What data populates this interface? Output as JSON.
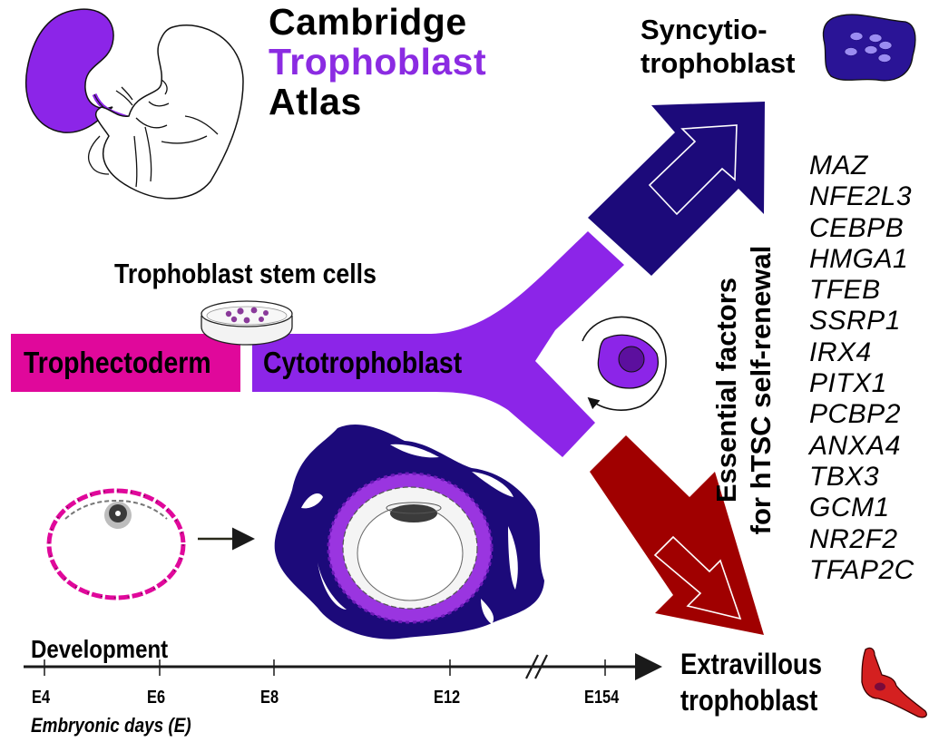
{
  "title": {
    "line1": "Cambridge",
    "line2": "Trophoblast",
    "line3": "Atlas"
  },
  "colors": {
    "trophectoderm": "#e0089b",
    "cytotrophoblast": "#8c25e8",
    "syncytiotrophoblast": "#1c0a7a",
    "extravillous": "#a00000",
    "title_accent": "#8b2be2",
    "evt_cell": "#d42020"
  },
  "labels": {
    "stem_cells": "Trophoblast stem cells",
    "trophectoderm": "Trophectoderm",
    "cytotrophoblast": "Cytotrophoblast",
    "syncytio_line1": "Syncytio-",
    "syncytio_line2": "trophoblast",
    "evt_line1": "Extravillous",
    "evt_line2": "trophoblast",
    "essential_line1": "Essential factors",
    "essential_line2": "for hTSC self-renewal"
  },
  "genes": [
    "MAZ",
    "NFE2L3",
    "CEBPB",
    "HMGA1",
    "TFEB",
    "SSRP1",
    "IRX4",
    "PITX1",
    "PCBP2",
    "ANXA4",
    "TBX3",
    "GCM1",
    "NR2F2",
    "TFAP2C"
  ],
  "timeline": {
    "title": "Development",
    "ticks": [
      "E4",
      "E6",
      "E8",
      "E12",
      "E154"
    ],
    "axis_label": "Embryonic days (E)",
    "break_symbol": "//"
  },
  "icons": {
    "fetus": "fetus-placenta-icon",
    "petri": "petri-dish-icon",
    "syncytio_cell": "syncytiotrophoblast-cell-icon",
    "self_renewal": "self-renewal-cycle-icon",
    "evt_cell": "extravillous-cell-icon",
    "blastocyst": "blastocyst-icon",
    "implanted_embryo": "implanted-embryo-icon"
  }
}
